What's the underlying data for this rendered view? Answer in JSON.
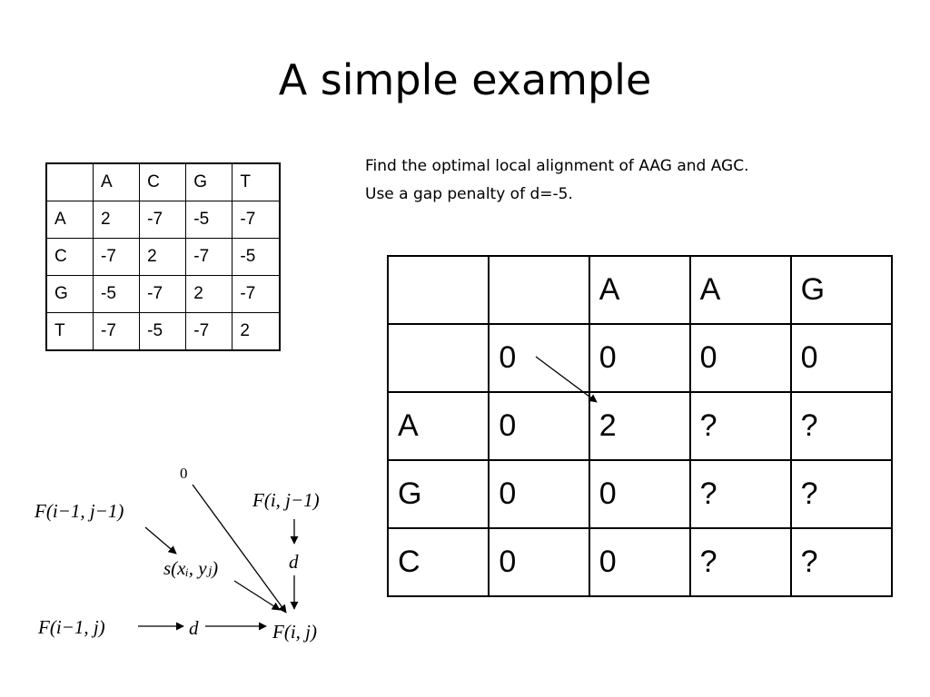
{
  "title": "A simple example",
  "instructions": {
    "line1": "Find the optimal local alignment of AAG and AGC.",
    "line2": "Use a gap penalty of d=-5."
  },
  "scoring_matrix": {
    "columns": [
      "",
      "A",
      "C",
      "G",
      "T"
    ],
    "rows": [
      [
        "A",
        "2",
        "-7",
        "-5",
        "-7"
      ],
      [
        "C",
        "-7",
        "2",
        "-7",
        "-5"
      ],
      [
        "G",
        "-5",
        "-7",
        "2",
        "-7"
      ],
      [
        "T",
        "-7",
        "-5",
        "-7",
        "2"
      ]
    ]
  },
  "dp_matrix": {
    "columns": [
      "",
      "",
      "A",
      "A",
      "G"
    ],
    "rows": [
      [
        "",
        "0",
        "0",
        "0",
        "0"
      ],
      [
        "A",
        "0",
        "2",
        "?",
        "?"
      ],
      [
        "G",
        "0",
        "0",
        "?",
        "?"
      ],
      [
        "C",
        "0",
        "0",
        "?",
        "?"
      ]
    ]
  },
  "recurrence": {
    "zero": "0",
    "diag_source": "F(i−1, j−1)",
    "up_source": "F(i, j−1)",
    "left_source": "F(i−1, j)",
    "score_term": "s(xᵢ, yⱼ)",
    "gap_up": "d",
    "gap_left": "d",
    "target": "F(i, j)"
  }
}
